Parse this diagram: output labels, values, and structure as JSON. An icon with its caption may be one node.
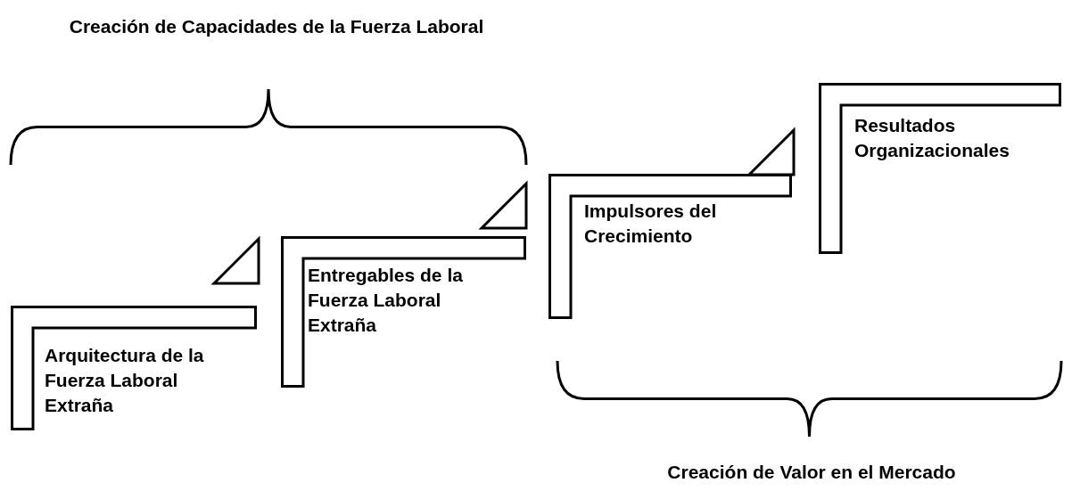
{
  "diagram": {
    "nodes": [
      {
        "text": [
          "Arquitectura de la Fuerza Laboral Extraña"
        ]
      },
      {
        "text": [
          "Entregables de la Fuerza Laboral Extraña"
        ]
      },
      {
        "text": [
          "Impulsores del Crecimiento"
        ]
      },
      {
        "text": [
          "Resultados Organizacionales"
        ]
      }
    ],
    "labels": [
      "Creación de Capacidades de la Fuerza Laboral",
      "Creación de Valor en el Mercado"
    ]
  }
}
